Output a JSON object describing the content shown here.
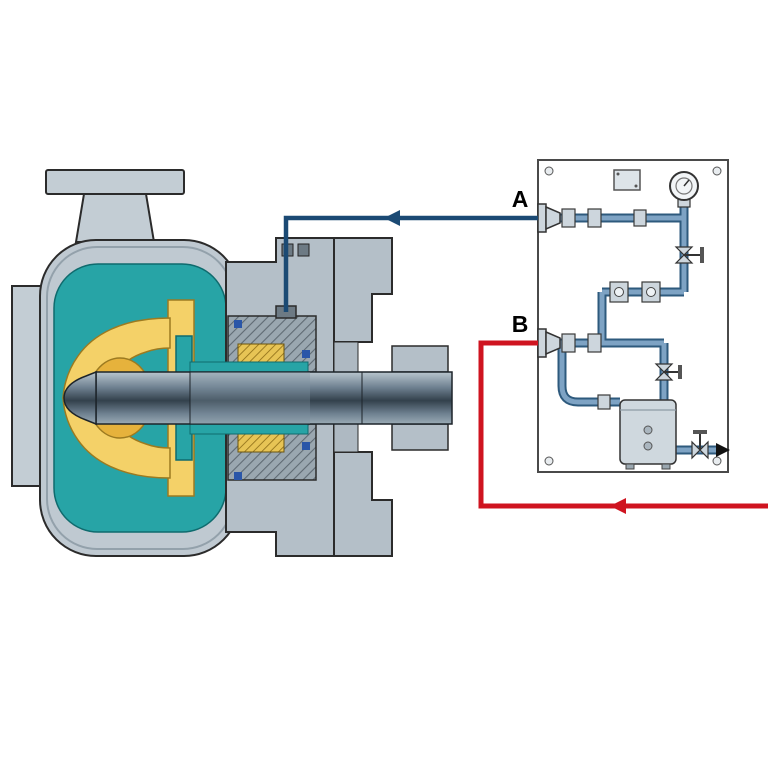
{
  "diagram": {
    "ports": {
      "a": "A",
      "b": "B"
    },
    "colors": {
      "line_a_blue": "#1b4a74",
      "line_b_red": "#cf1420",
      "volute_teal": "#27a4a6",
      "impeller_yellow": "#f4d168",
      "impeller_hub_orange": "#e6b23c",
      "casing_gray": "#bfc9d1",
      "seal_gland_gray": "#9aa7b0",
      "spring_gold": "#e7c455",
      "panel_pipe": "#7ea3c4",
      "outlet_arrow_black": "#111111"
    },
    "symbols": {
      "pressure_gauge": "gauge-icon",
      "reservoir": "seal-pot",
      "valves": [
        "needle-valve",
        "inline-valve",
        "outlet-valve"
      ],
      "flow_arrows": [
        "blue-arrow-left",
        "red-arrow-left",
        "black-arrow-right"
      ]
    }
  }
}
